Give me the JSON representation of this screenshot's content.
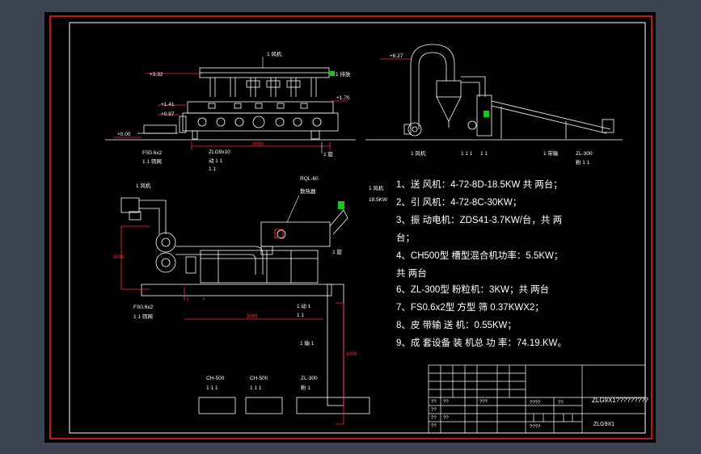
{
  "drawing": {
    "colors": {
      "background": "#3c4250",
      "paper": "#000000",
      "frame": "#ff2020",
      "border": "#ffffff",
      "lines": "#ffffff",
      "dims": "#ff3030",
      "motor": "#19c919"
    },
    "top_view": {
      "fan_label": "1 风机",
      "level_1": "+3.32",
      "level_2": "+1.41",
      "level_3": "+0.97",
      "level_4": "+1.70",
      "level_5": "+0.00",
      "exhaust_label": "1 排放",
      "dim_length": "3000",
      "dryer_model": "ZLG9x10",
      "dryer_sub": "动 1 1",
      "dryer_sub2": "1 1",
      "screen_model": "FS0.6x2",
      "screen_sub": "1 1 筛网",
      "label_right": "1 旋"
    },
    "cyclone_view": {
      "level_top": "+6.27",
      "fan_label": "1 风机",
      "sub_label": "1 1 1",
      "motor_label": "1 1",
      "conveyor_label": "1 带输",
      "crusher_model": "ZL-300",
      "crusher_sub": "粉 1 1"
    },
    "plan_view": {
      "fan_label": "1 风机",
      "heater_model": "RQL-60",
      "heater_label": "散热器",
      "blower_label": "1 风机",
      "blower_power": "18.5KW",
      "label_right": "1 旋",
      "screen_model": "FS0.6x2",
      "screen_sub": "1 1 筛网",
      "motor_sub": "1 动 1",
      "motor_sub2": "1 1",
      "dim_1": "3000",
      "dim_2": "3000",
      "dim_3": "3000",
      "conveyor_label": "1 输 1",
      "mixer_1": "CH-500",
      "mixer_2": "CH-500",
      "crusher": "ZL-300",
      "mixer_1_sub": "1 1 1",
      "mixer_2_sub": "1 1 1",
      "crusher_sub": "粉 1"
    },
    "specs": [
      "1、送 风机：4-72-8D-18.5KW 共 两台；",
      "2、引 风机：4-72-8C-30KW；",
      "3、振 动电机：ZDS41-3.7KW/台，共 两",
      "台；",
      "4、CH500型 槽型混合机功率：5.5KW；",
      "共 两台",
      "6、ZL-300型 粉粒机：3KW；共 两台",
      "7、FS0.6x2型 方型 筛 0.37KWX2；",
      "8、皮 带输 送 机：0.55KW；",
      "9、成 套设备 装 机总 功 率：74.19.KW。"
    ],
    "title_block": {
      "title": "ZLG9X1?????????",
      "drawing_no": "ZLG9X1",
      "cell_a": "????",
      "cell_b": "??",
      "cell_c": "???",
      "cell_d": "??",
      "cell_e": "??",
      "cell_f": "??",
      "cell_g": "????",
      "cell_h": "??",
      "cell_i": "??",
      "cell_j": "??"
    }
  }
}
